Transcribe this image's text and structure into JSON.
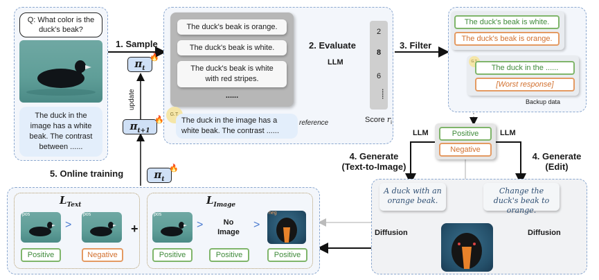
{
  "question": "Q: What color is the duck's beak?",
  "answer_text": "The duck in the image has a white beak. The contrast between ......",
  "steps": {
    "sample": "1. Sample",
    "evaluate": "2. Evaluate",
    "filter": "3. Filter",
    "generate_t2i_line1": "4. Generate",
    "generate_t2i_line2": "(Text-to-Image)",
    "generate_edit_line1": "4. Generate",
    "generate_edit_line2": "(Edit)",
    "online_training": "5. Online training"
  },
  "policy": {
    "pi_t_base": "π",
    "sub_t": "t",
    "sub_t1": "t+1",
    "update": "update"
  },
  "responses": [
    "The duck's beak is orange.",
    "The duck's beak is white.",
    "The duck's beak is white with red stripes.",
    "......"
  ],
  "gt": {
    "badge": "G.T.",
    "text": "The duck in the image has a white beak. The contrast ......",
    "reference": "reference"
  },
  "llm": "LLM",
  "scores": [
    "2",
    "8",
    "6",
    "......"
  ],
  "score_label": "Score",
  "score_var": "r",
  "score_sub": "i",
  "filter_panel": {
    "pos": "The duck's beak is white.",
    "neg": "The duck's beak is orange.",
    "backup_badge": "G.T.",
    "backup_pos": "The duck in the ......",
    "backup_neg": "[Worst response]",
    "backup_label": "Backup data"
  },
  "pair": {
    "positive": "Positive",
    "negative": "Negative"
  },
  "llm_left": "LLM",
  "llm_right": "LLM",
  "prompts": {
    "t2i": "A duck with an orange beak.",
    "edit": "Change the duck's beak to orange."
  },
  "diffusion_left": "Diffusion",
  "diffusion_right": "Diffusion",
  "loss_text": {
    "symbol": "L",
    "sub": "Text",
    "pos_tag": "pos",
    "neg_tag": "pos",
    "left": "Positive",
    "right": "Negative",
    "gt": ">"
  },
  "plus": "+",
  "loss_image": {
    "symbol": "L",
    "sub": "Image",
    "tag_neg": "neg",
    "tag_pos": "pos",
    "no_image_1": "No",
    "no_image_2": "Image",
    "a": "Positive",
    "b": "Positive",
    "c": "Positive",
    "gt1": ">",
    "gt2": ">"
  },
  "colors": {
    "panel_border": "#8aa7cf",
    "policy_fill": "#cfe0f6",
    "positive": "#7fb56a",
    "negative": "#e49a62",
    "loss_border": "#b19a6a"
  }
}
